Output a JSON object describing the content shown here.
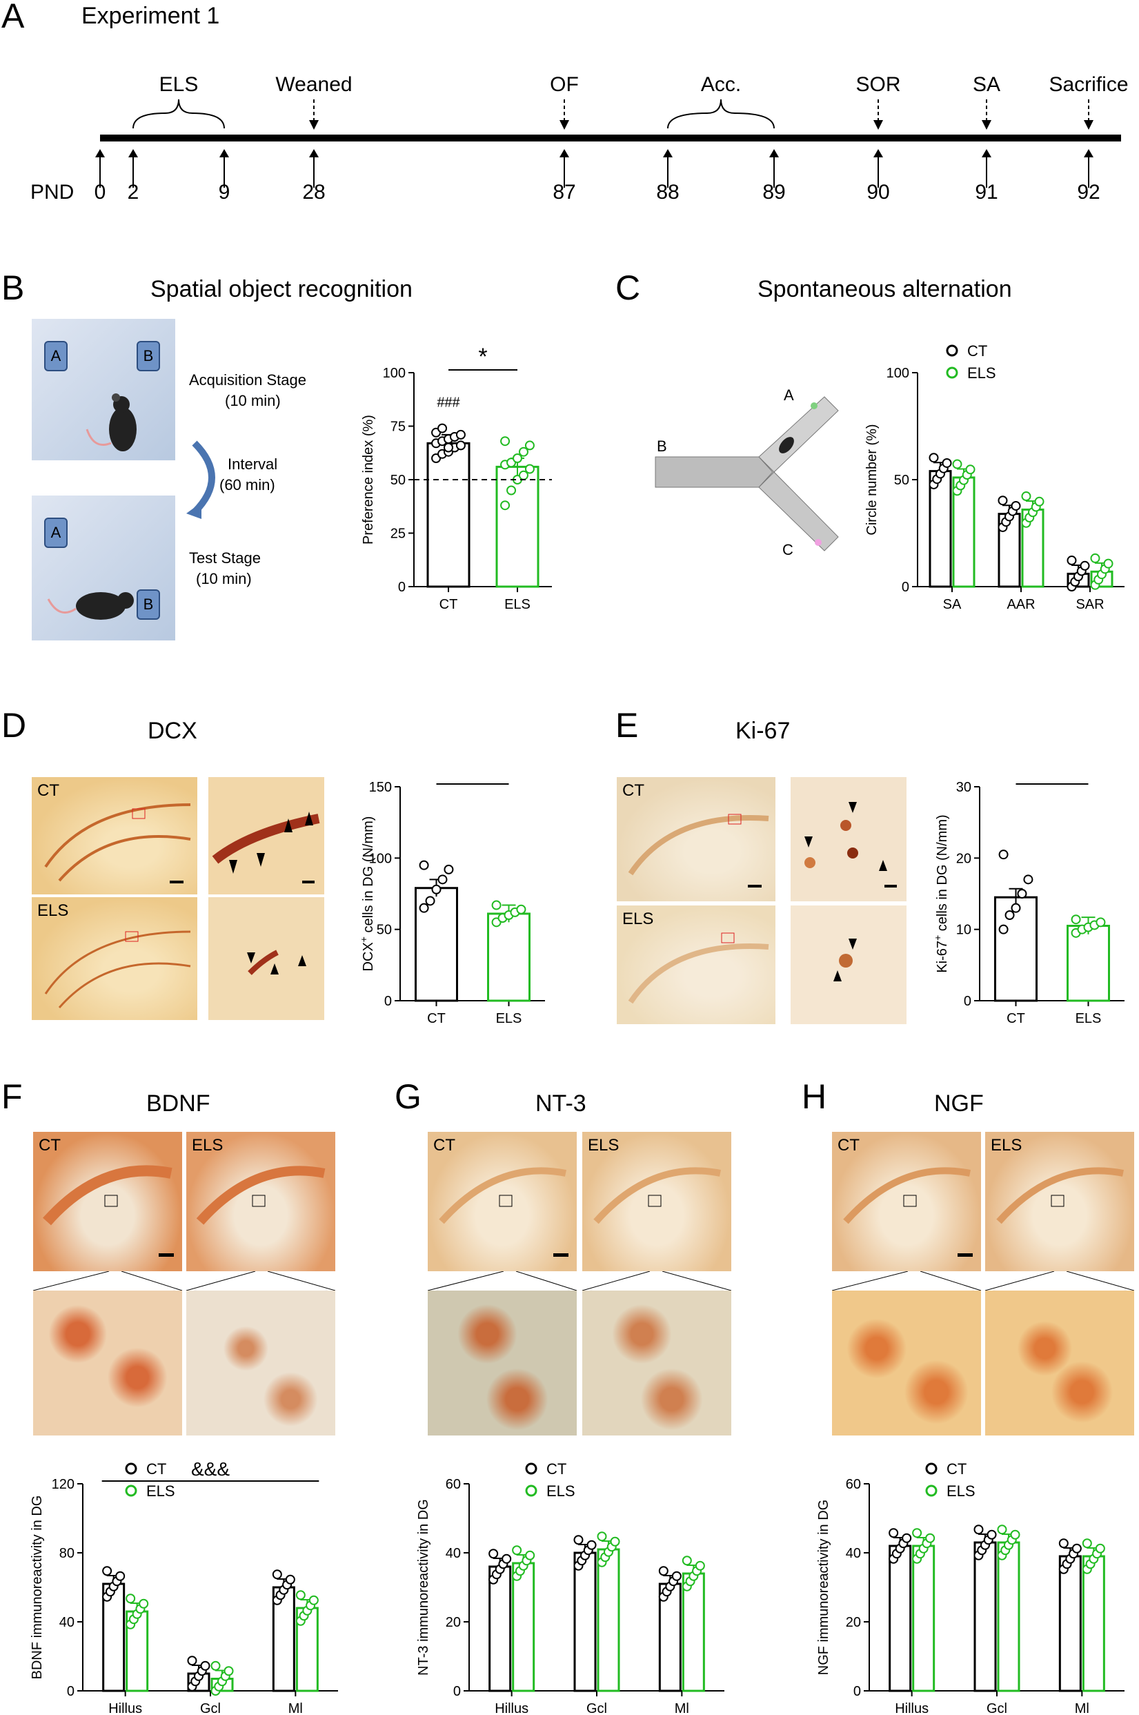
{
  "panels": {
    "A": {
      "letter": "A",
      "title": "Experiment 1",
      "pnd_label": "PND",
      "events": [
        {
          "label": "ELS",
          "brace": true
        },
        {
          "label": "Weaned"
        },
        {
          "label": "OF"
        },
        {
          "label": "Acc.",
          "brace": true
        },
        {
          "label": "SOR"
        },
        {
          "label": "SA"
        },
        {
          "label": "Sacrifice"
        }
      ],
      "days": [
        "0",
        "2",
        "9",
        "28",
        "87",
        "88",
        "89",
        "90",
        "91",
        "92"
      ]
    },
    "B": {
      "letter": "B",
      "title": "Spatial object recognition",
      "acq": "Acquisition Stage",
      "acq_time": "(10 min)",
      "interval": "Interval",
      "interval_time": "(60 min)",
      "test": "Test Stage",
      "test_time": "(10 min)",
      "obj_a": "A",
      "obj_b": "B"
    },
    "C": {
      "letter": "C",
      "title": "Spontaneous alternation",
      "arm_a": "A",
      "arm_b": "B",
      "arm_c": "C"
    },
    "D": {
      "letter": "D",
      "title": "DCX",
      "img_ct": "CT",
      "img_els": "ELS"
    },
    "E": {
      "letter": "E",
      "title": "Ki-67",
      "img_ct": "CT",
      "img_els": "ELS"
    },
    "F": {
      "letter": "F",
      "title": "BDNF",
      "img_ct": "CT",
      "img_els": "ELS"
    },
    "G": {
      "letter": "G",
      "title": "NT-3",
      "img_ct": "CT",
      "img_els": "ELS"
    },
    "H": {
      "letter": "H",
      "title": "NGF",
      "img_ct": "CT",
      "img_els": "ELS"
    }
  },
  "colors": {
    "ct": "#000000",
    "els": "#22bb22",
    "stain_bg": "#f1d9ad",
    "stain_dark": "#c9531f"
  },
  "chart_data": [
    {
      "id": "sor",
      "type": "bar",
      "categories": [
        "CT",
        "ELS"
      ],
      "values": [
        67,
        56
      ],
      "ylabel": "Preference index (%)",
      "ylim": [
        0,
        100
      ],
      "yticks": [
        "0",
        "25",
        "50",
        "75",
        "100"
      ],
      "reference_line": 50,
      "significance": "*",
      "annotation": "###",
      "points": [
        [
          60,
          62,
          63,
          65,
          66,
          67,
          68,
          69,
          70,
          71,
          72,
          74,
          65
        ],
        [
          38,
          45,
          50,
          52,
          55,
          57,
          58,
          60,
          63,
          66,
          68
        ]
      ]
    },
    {
      "id": "sa",
      "type": "bar",
      "categories": [
        "SA",
        "AAR",
        "SAR"
      ],
      "series": [
        {
          "name": "CT",
          "values": [
            54,
            34,
            6
          ]
        },
        {
          "name": "ELS",
          "values": [
            51,
            36,
            7
          ]
        }
      ],
      "ylabel": "Circle  number (%)",
      "ylim": [
        0,
        100
      ],
      "yticks": [
        "0",
        "50",
        "100"
      ],
      "legend": "top-left"
    },
    {
      "id": "dcx",
      "type": "bar",
      "categories": [
        "CT",
        "ELS"
      ],
      "values": [
        79,
        61
      ],
      "ylabel": "DCX+ cells in DG (N/mm)",
      "ylabel_main": "DCX",
      "ylabel_sup": "+",
      "ylabel_rest": " cells in DG (N/mm)",
      "ylim": [
        0,
        150
      ],
      "yticks": [
        "0",
        "50",
        "100",
        "150"
      ],
      "significance": "*",
      "points": [
        [
          65,
          70,
          78,
          85,
          92,
          95
        ],
        [
          55,
          58,
          60,
          62,
          64,
          67
        ]
      ]
    },
    {
      "id": "ki67",
      "type": "bar",
      "categories": [
        "CT",
        "ELS"
      ],
      "values": [
        14.5,
        10.5
      ],
      "ylabel": "Ki-67+ cells in DG (N/mm)",
      "ylabel_main": "Ki-67",
      "ylabel_sup": "+",
      "ylabel_rest": " cells in DG (N/mm)",
      "ylim": [
        0,
        30
      ],
      "yticks": [
        "0",
        "10",
        "20",
        "30"
      ],
      "significance": "*",
      "points": [
        [
          10,
          12,
          13,
          15,
          17,
          20.5
        ],
        [
          9.5,
          10,
          10.3,
          10.6,
          11,
          11.4
        ]
      ]
    },
    {
      "id": "bdnf",
      "type": "bar",
      "categories": [
        "Hillus",
        "Gcl",
        "Ml"
      ],
      "series": [
        {
          "name": "CT",
          "values": [
            62,
            10,
            60
          ]
        },
        {
          "name": "ELS",
          "values": [
            46,
            7,
            48
          ]
        }
      ],
      "ylabel": "BDNF immunoreactivity in DG",
      "ylim": [
        0,
        120
      ],
      "yticks": [
        "0",
        "40",
        "80",
        "120"
      ],
      "significance": "&&&",
      "legend": "top-left"
    },
    {
      "id": "nt3",
      "type": "bar",
      "categories": [
        "Hillus",
        "Gcl",
        "Ml"
      ],
      "series": [
        {
          "name": "CT",
          "values": [
            36,
            40,
            31
          ]
        },
        {
          "name": "ELS",
          "values": [
            37,
            41,
            34
          ]
        }
      ],
      "ylabel": "NT-3  immunoreactivity in DG",
      "ylim": [
        0,
        60
      ],
      "yticks": [
        "0",
        "20",
        "40",
        "60"
      ],
      "legend": "top-left"
    },
    {
      "id": "ngf",
      "type": "bar",
      "categories": [
        "Hillus",
        "Gcl",
        "Ml"
      ],
      "series": [
        {
          "name": "CT",
          "values": [
            42,
            43,
            39
          ]
        },
        {
          "name": "ELS",
          "values": [
            42,
            43,
            39
          ]
        }
      ],
      "ylabel": "NGF immunoreactivity in DG",
      "ylim": [
        0,
        60
      ],
      "yticks": [
        "0",
        "20",
        "40",
        "60"
      ],
      "legend": "top-left"
    }
  ]
}
